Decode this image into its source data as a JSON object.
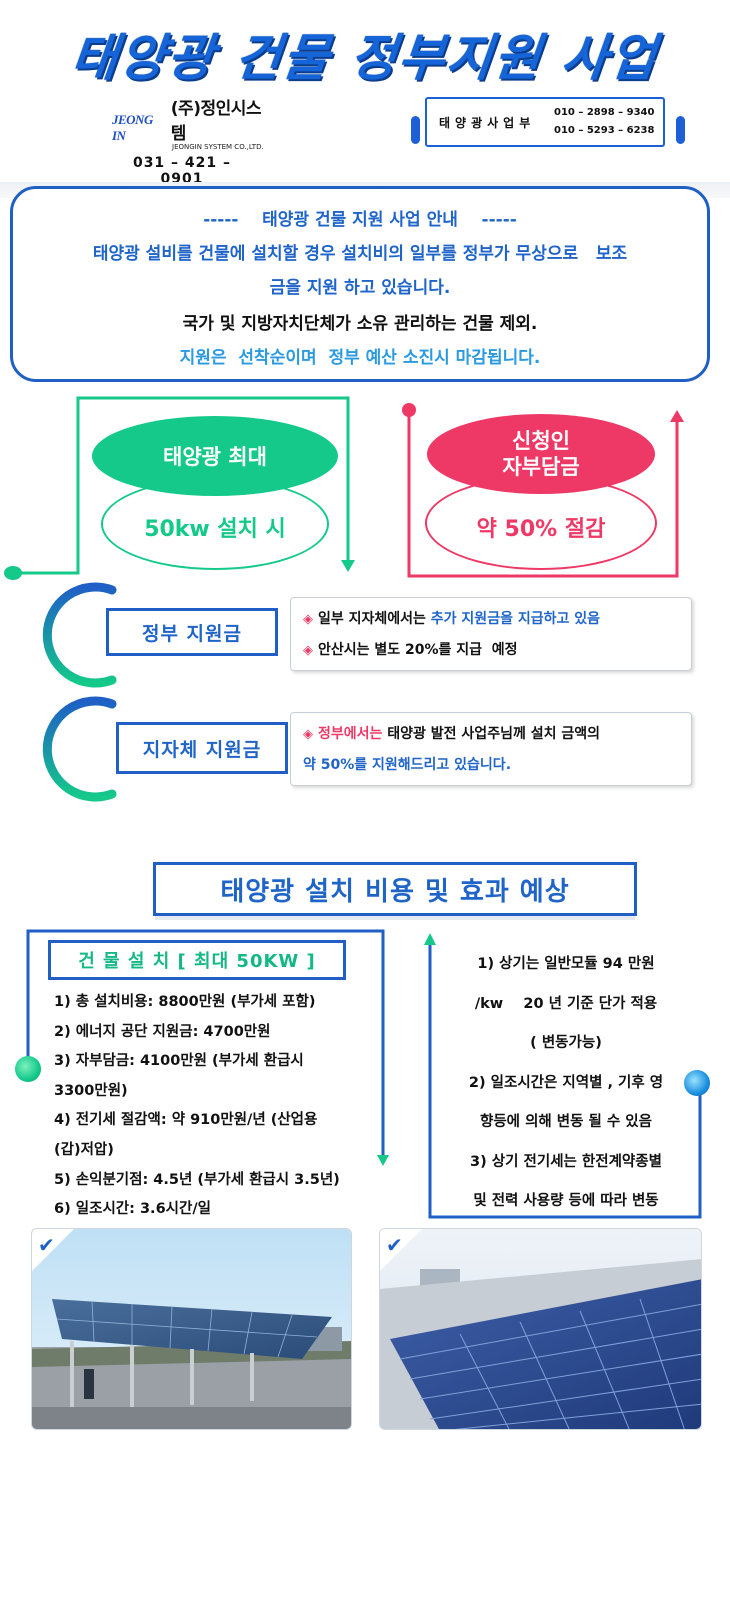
{
  "header": {
    "title": "태양광 건물 정부지원 사업",
    "company_logo": "JEONG IN",
    "company_name": "(주)정인시스템",
    "company_name_en": "JEONGIN SYSTEM CO.,LTD.",
    "company_phone": "031 – 421 – 0901",
    "contact_dept": "태양광사업부",
    "contact_phone_1": "010 – 2898 – 9340",
    "contact_phone_2": "010 – 5293 – 6238"
  },
  "info": {
    "title": "-----    태양광 건물 지원 사업 안내    -----",
    "body_line1": "태양광 설비를 건물에 설치할 경우 설치비의 일부를 정부가 무상으로   보조",
    "body_line2": "금을 지원 하고 있습니다.",
    "exclusion": "국가 및 지방자치단체가 소유 관리하는 건물 제외.",
    "note": "지원은  선착순이며  정부 예산 소진시 마감됩니다."
  },
  "diagram": {
    "left_top": "태양광 최대",
    "left_bottom": "50kw 설치 시",
    "right_top_1": "신청인",
    "right_top_2": "자부담금",
    "right_bottom": "약 50% 절감"
  },
  "support": {
    "gov_label": "정부 지원금",
    "gov_note_1_a": "일부 지자체에서는",
    "gov_note_1_b": "추가 지원금을 지급하고 있음",
    "gov_note_2": "안산시는 별도 20%를 지급  예정",
    "local_label": "지자체 지원금",
    "local_note_a": "정부에서는",
    "local_note_b": " 태양광 발전 사업주님께 설치 금액의",
    "local_note_c": "약 50%를 지원해드리고 있습니다."
  },
  "cost": {
    "section_title": "태양광 설치 비용 및 효과 예상",
    "subtitle": "건 물 설 치 [ 최대 50KW ]",
    "items": [
      "1) 총 설치비용: 8800만원 (부가세 포함)",
      "2) 에너지 공단 지원금: 4700만원",
      "3) 자부담금: 4100만원 (부가세 환급시",
      "3300만원)",
      "4) 전기세 절감액: 약 910만원/년 (산업용",
      "(갑)저압)",
      "5) 손익분기점: 4.5년 (부가세 환급시 3.5년)",
      "6) 일조시간: 3.6시간/일"
    ],
    "notes": [
      "1) 상기는 일반모듈 94 만원",
      "/kw    20 년 기준 단가 적용",
      "( 변동가능)",
      "2) 일조시간은 지역별 , 기후 영",
      "향등에 의해 변동 될 수 있음",
      "3) 상기 전기세는 한전계약종별",
      "및 전력 사용량 등에 따라 변동"
    ]
  },
  "colors": {
    "brand_blue": "#1f5fc6",
    "green": "#14c98a",
    "red": "#ee3966",
    "light_blue": "#2b9ae0"
  },
  "icons": {
    "check": "check-icon",
    "diamond": "diamond-bullet-icon"
  }
}
